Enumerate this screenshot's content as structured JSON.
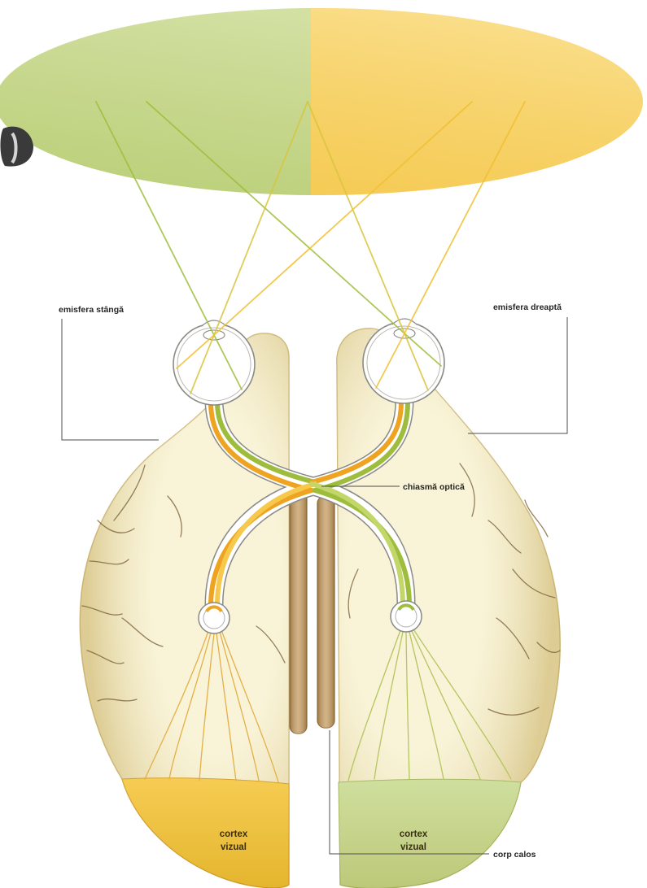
{
  "figure": {
    "labels": {
      "left_hemisphere": "emisfera stângă",
      "right_hemisphere": "emisfera dreaptă",
      "optic_chiasm": "chiasmă optică",
      "corpus_callosum": "corp calos",
      "left_visual_cortex": [
        "cortex",
        "vizual"
      ],
      "right_visual_cortex": [
        "cortex",
        "vizual"
      ]
    }
  },
  "colors": {
    "field_left": "#c8d98c",
    "field_right": "#f8d25e",
    "brain": "#f6eec6",
    "cortex_left": "#f4c334",
    "cortex_right": "#c6d98c",
    "tract_orange": "#eea321",
    "tract_green": "#9fbd3c",
    "ray_yellow": "#f0c030",
    "corpus_callosum": "#c49a5e"
  }
}
